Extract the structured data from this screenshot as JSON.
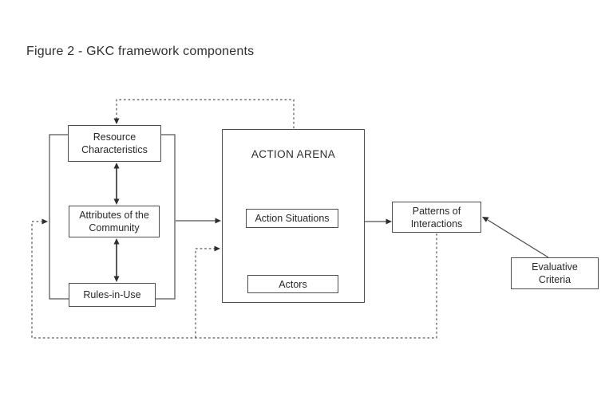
{
  "figure": {
    "caption": "Figure 2 - GKC framework components"
  },
  "nodes": {
    "resource_characteristics": {
      "label": "Resource Characteristics"
    },
    "attributes_of_the_community": {
      "label": "Attributes of the Community"
    },
    "rules_in_use": {
      "label": "Rules-in-Use"
    },
    "action_arena": {
      "label": "ACTION ARENA"
    },
    "action_situations": {
      "label": "Action Situations"
    },
    "actors": {
      "label": "Actors"
    },
    "patterns_of_interactions": {
      "label": "Patterns of Interactions"
    },
    "evaluative_criteria": {
      "label": "Evaluative Criteria"
    }
  },
  "edges": [
    {
      "from": "resource_characteristics",
      "to": "attributes_of_the_community",
      "style": "solid",
      "direction": "bidirectional"
    },
    {
      "from": "attributes_of_the_community",
      "to": "rules_in_use",
      "style": "solid",
      "direction": "bidirectional"
    },
    {
      "from": "exogenous_variables_column",
      "to": "action_arena",
      "style": "solid",
      "direction": "forward"
    },
    {
      "from": "action_arena",
      "to": "patterns_of_interactions",
      "style": "solid",
      "direction": "forward"
    },
    {
      "from": "evaluative_criteria",
      "to": "patterns_of_interactions",
      "style": "solid",
      "direction": "forward"
    },
    {
      "from": "patterns_of_interactions",
      "to": "exogenous_variables_column",
      "style": "dashed",
      "direction": "forward"
    },
    {
      "from": "patterns_of_interactions",
      "to": "action_arena",
      "style": "dashed",
      "direction": "forward"
    },
    {
      "from": "action_arena_top",
      "to": "resource_characteristics",
      "style": "dashed",
      "direction": "forward"
    }
  ],
  "colors": {
    "background": "#ffffff",
    "line": "#4f4f4f",
    "text": "#282828"
  }
}
